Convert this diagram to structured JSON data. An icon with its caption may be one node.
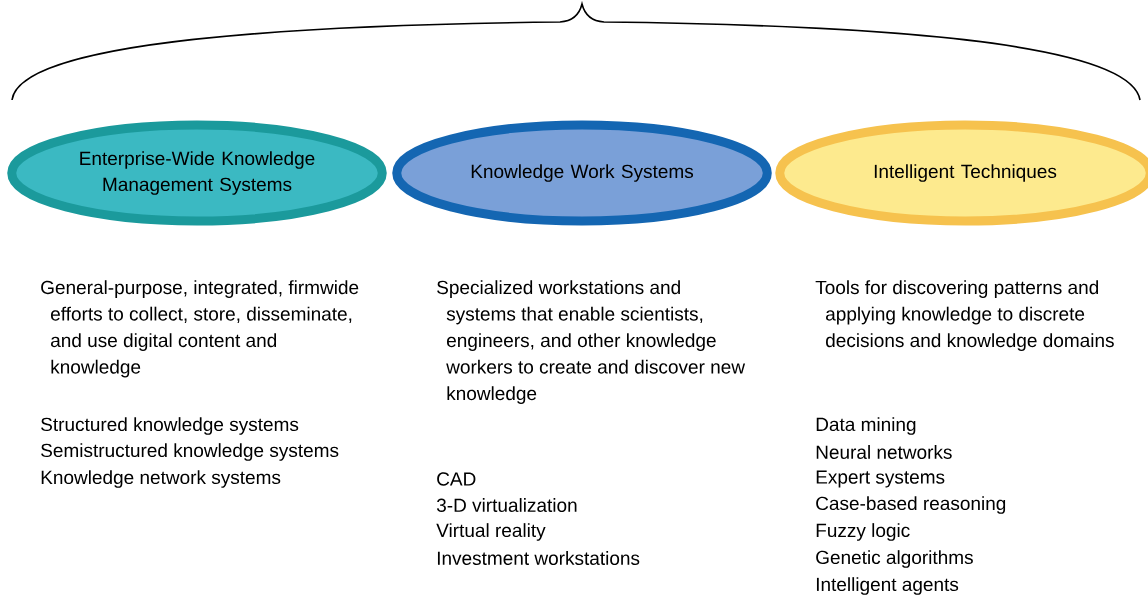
{
  "diagram": {
    "nodes": [
      {
        "text": [
          "Enterprise-Wide Knowledge Management Systems"
        ]
      },
      {
        "text": [
          "Knowledge Work Systems"
        ]
      },
      {
        "text": [
          "Intelligent Techniques"
        ]
      }
    ],
    "labels": [
      "General-purpose, integrated, firmwide efforts to collect, store, disseminate, and use digital content and knowledge",
      "Structured knowledge systems",
      "Semistructured knowledge systems",
      "Knowledge network systems",
      "Specialized workstations and systems that enable scientists, engineers, and other knowledge workers to create and discover new knowledge",
      "CAD",
      "3-D virtualization",
      "Virtual reality",
      "Investment workstations",
      "Tools for discovering patterns and applying knowledge to discrete decisions and knowledge domains",
      "Data mining",
      "Neural networks",
      "Expert systems",
      "Case-based reasoning",
      "Fuzzy logic",
      "Genetic algorithms",
      "Intelligent agents"
    ]
  }
}
